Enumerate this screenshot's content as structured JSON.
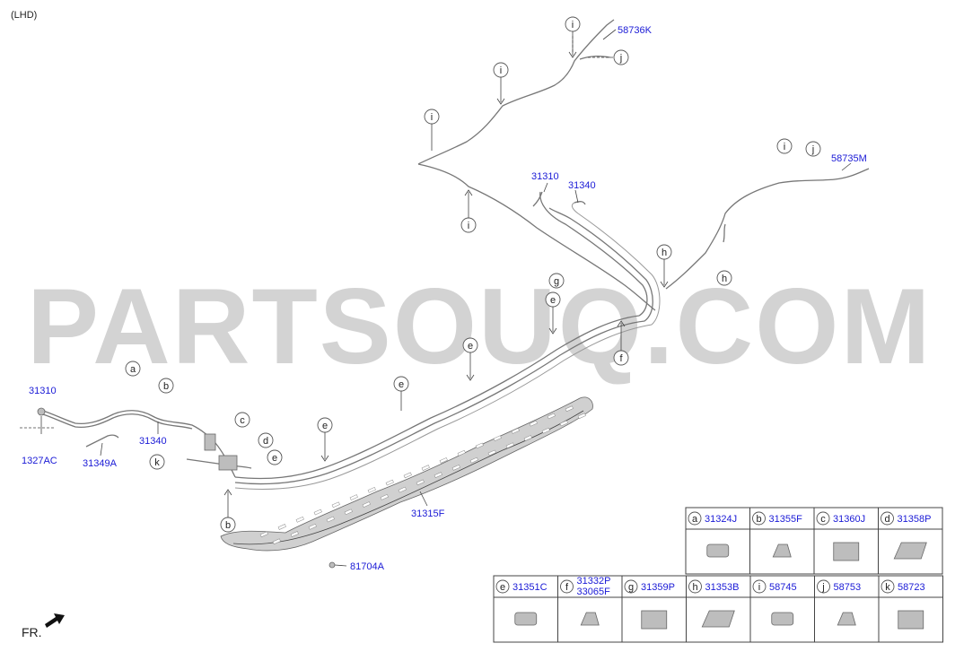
{
  "variant_label": "(LHD)",
  "watermark": "PARTSOUQ.COM",
  "front_label": "FR.",
  "colors": {
    "part_number": "#1a1ad6",
    "line": "#777777",
    "watermark": "#d3d3d3"
  },
  "part_numbers": {
    "p58736K": "58736K",
    "p58735M": "58735M",
    "p31310_top": "31310",
    "p31340_top": "31340",
    "p31310_left": "31310",
    "p1327AC": "1327AC",
    "p31349A": "31349A",
    "p31340_left": "31340",
    "p31315F": "31315F",
    "p81704A": "81704A"
  },
  "callouts": {
    "i1": "i",
    "i2": "i",
    "i3": "i",
    "i4": "i",
    "i5": "i",
    "j1": "j",
    "j2": "j",
    "h1": "h",
    "h2": "h",
    "g1": "g",
    "e1": "e",
    "e2": "e",
    "e3": "e",
    "e4": "e",
    "e5": "e",
    "f1": "f",
    "a1": "a",
    "b1": "b",
    "b2": "b",
    "c1": "c",
    "d1": "d",
    "k1": "k"
  },
  "legend": [
    {
      "letter": "a",
      "parts": [
        "31324J"
      ]
    },
    {
      "letter": "b",
      "parts": [
        "31355F"
      ]
    },
    {
      "letter": "c",
      "parts": [
        "31360J"
      ]
    },
    {
      "letter": "d",
      "parts": [
        "31358P"
      ]
    },
    {
      "letter": "e",
      "parts": [
        "31351C"
      ]
    },
    {
      "letter": "f",
      "parts": [
        "31332P",
        "33065F"
      ]
    },
    {
      "letter": "g",
      "parts": [
        "31359P"
      ]
    },
    {
      "letter": "h",
      "parts": [
        "31353B"
      ]
    },
    {
      "letter": "i",
      "parts": [
        "58745"
      ]
    },
    {
      "letter": "j",
      "parts": [
        "58753"
      ]
    },
    {
      "letter": "k",
      "parts": [
        "58723"
      ]
    }
  ]
}
